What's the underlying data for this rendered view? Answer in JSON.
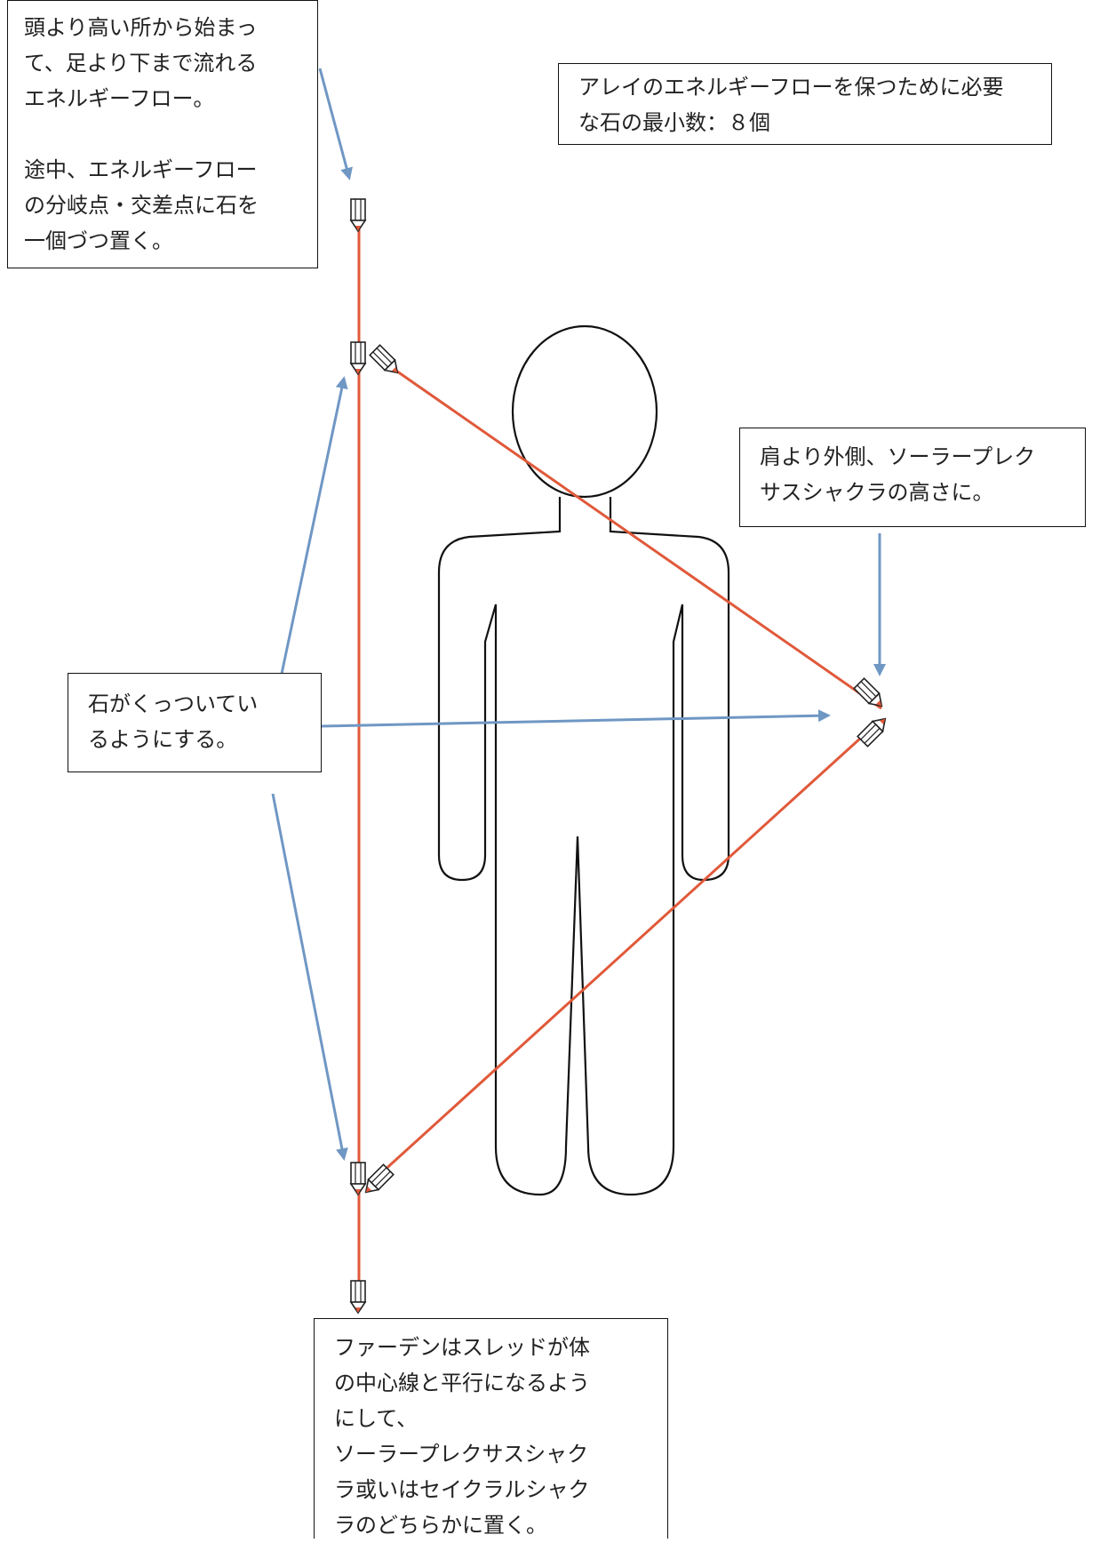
{
  "notes": {
    "top_left": {
      "line1": "頭より高い所から始まっ",
      "line2": "て、足より下まで流れる",
      "line3": "エネルギーフロー。",
      "line4": "途中、エネルギーフロー",
      "line5": "の分岐点・交差点に石を",
      "line6": "一個づつ置く。"
    },
    "top_right": {
      "line1": "アレイのエネルギーフローを保つために必要",
      "line2": "な石の最小数：８個"
    },
    "right": {
      "line1": "肩より外側、ソーラープレク",
      "line2": "サスシャクラの高さに。"
    },
    "left": {
      "line1": "石がくっついてい",
      "line2": "るようにする。"
    },
    "bottom": {
      "line1": "ファーデンはスレッドが体",
      "line2": "の中心線と平行になるよう",
      "line3": "にして、",
      "line4": "ソーラープレクサスシャク",
      "line5": "ラ或いはセイクラルシャク",
      "line6": "ラのどちらかに置く。"
    }
  },
  "colors": {
    "energy_flow": "#e0593a",
    "arrow": "#6f97c4",
    "outline": "#111111"
  },
  "stones": [
    {
      "name": "stone-top"
    },
    {
      "name": "stone-upper-vertical"
    },
    {
      "name": "stone-upper-diagonal"
    },
    {
      "name": "stone-right-upper"
    },
    {
      "name": "stone-right-lower"
    },
    {
      "name": "stone-lower-vertical"
    },
    {
      "name": "stone-lower-diagonal"
    },
    {
      "name": "stone-bottom"
    }
  ]
}
